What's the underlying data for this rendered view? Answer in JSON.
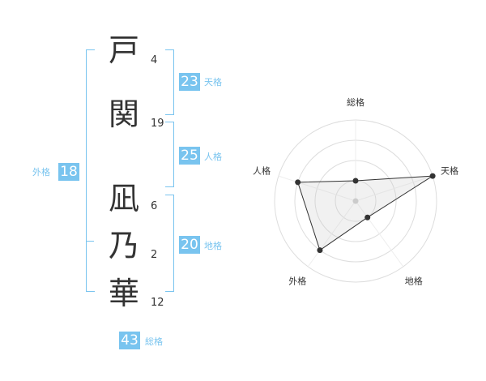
{
  "name": {
    "chars": [
      {
        "char": "戸",
        "strokes": "4"
      },
      {
        "char": "関",
        "strokes": "19"
      },
      {
        "char": "凪",
        "strokes": "6"
      },
      {
        "char": "乃",
        "strokes": "2"
      },
      {
        "char": "華",
        "strokes": "12"
      }
    ]
  },
  "fortunes": {
    "tenkaku": {
      "label": "天格",
      "value": "23"
    },
    "jinkaku": {
      "label": "人格",
      "value": "25"
    },
    "chikaku": {
      "label": "地格",
      "value": "20"
    },
    "gaikaku": {
      "label": "外格",
      "value": "18"
    },
    "soukaku": {
      "label": "総格",
      "value": "43"
    }
  },
  "colors": {
    "accent": "#79c4ef",
    "text": "#333333"
  },
  "chart_data": {
    "type": "radar",
    "axes": [
      "総格",
      "天格",
      "地格",
      "外格",
      "人格"
    ],
    "values": [
      1,
      4,
      1,
      3,
      3
    ],
    "rmax": 4,
    "grid_levels": 4
  }
}
